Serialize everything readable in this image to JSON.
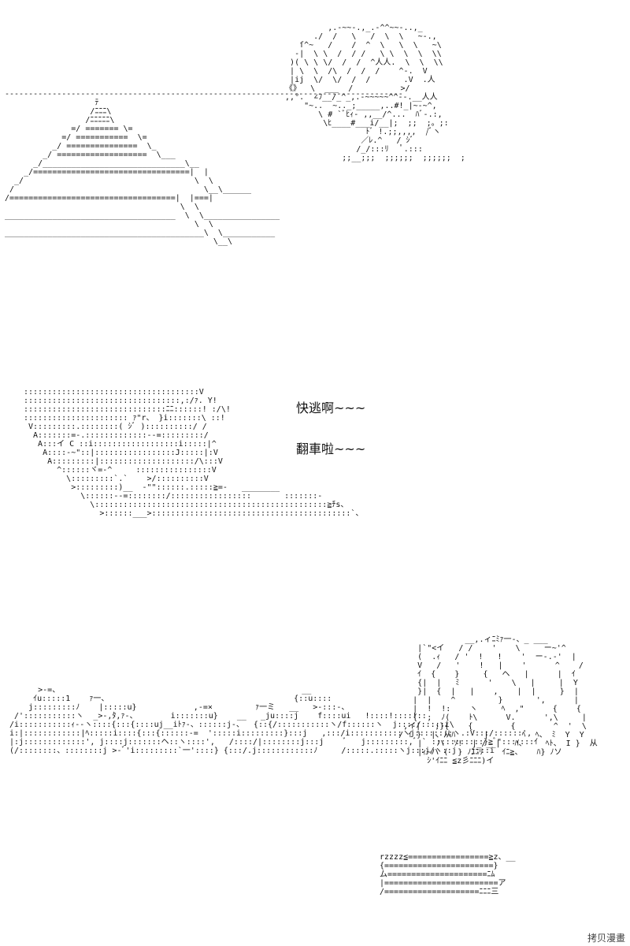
{
  "panels": {
    "top": {
      "pyramid_art": "------------------------------------------------------------------------------------\n                   ﾃ\n                  /ﾆﾆﾆ\\\n                 /ﾆﾆﾆﾆﾆ\\\n              =/ ======= \\=\n            =/ ===========  \\=\n          _/ ===============  \\_\n        _/ ===================  \\___\n      _/______________________________\\__\n    _/=================================|  |\n  _/                                    \\  \\\n /                                        \\__\\______\n/===================================|  |===|\n                                     \\  \\\n____________________________________  \\  \\________________\n                                        \\  \\\n__________________________________________\\  \\___________\n                                            \\__\\",
      "house_art": "           ,.-~~-.,_.-^^~~-..,_\n        ./  /   \\   /  \\  \\   ~-.,\n     ſ^~   /    /  ^  \\   \\  \\   ~\\\n    -|  \\ \\  /  / /   \\ \\  \\  \\  \\\\\n   )( \\ \\ \\/  /  /  ^人人.  \\  \\  \\\\\n   | \\  \\  /\\  /  /  /    ^-.  V\n   |ij  \\/  \\/  /  /       .V  .人\n  《》  \\  ___  /          >/\n  ,,°.  ∠ﾌ__/_^_,.-~~~~~^^--.__人人\n      \"~..  ~.._;_____,..#!_|~-~^,\n         \\ # `ﾞﾋｨ- ,,__/^...  ﾊﾞ-.:,\n          \\ﾋ____#___i/__|;  ;;  ;。;:\n                   ﾄﾞ !.;;,,,,  /ﾞヽ\n                  ／ﾚ.^   / ｼﾞ\n                 /_/:::ﾘ   ﾟ.:::\n              ;;__;;;  ;;;;;;  ;;;;;;  ;"
    },
    "middle": {
      "boat_art": ":::::::::::::::::::::::::::::::::::::V\n:::::::::::::::::::::::::::::::::,:/ｧ. Y!\n::::::::::::::::::::::::::::::ﾆﾆ::::::! :/\\!\n:::::::::::::::::::::: ｧ\"r、 }i:::::::\\ ::!\n V:::::::::.::::::::( ｼﾞ )::::::::::/ /\n  A:::::::=-.:::::::::::::--=:::::::::/\n   A:::イ C ::i::::::::::::::::::i:::::|^\n    A::::-~\"::|:::::::::::::::::J:::::|:V\n     A:::::::::|::::::::::::::::::::/\\:::V\n       ^::::::ヾ=-^     ::::::::::::::::V\n         \\:::::::::`.`    >/::::::::::V\n          >:::::::::)__  -\"\"::::::.:::::≧=-   ________\n            \\::::::--=::::::::/:::::::::::::::::       :::::::-\n              \\:::::::::::::::::::::::::::::::::::::::::::::::::≧ﾁs、\n                >::::::___>::::::::::::::::::::::::::::::::::::::::::`、",
      "dialogue_1": "快逃啊~~~",
      "dialogue_2": "翻車啦~~~"
    },
    "bottom": {
      "crowd_art": "       >-=、                                                   __\n      ｲu:::::1    ｧ一、                                       {::u::::\n     j:::::::::ﾉ    |:::::u}            ,-=×         ｧ一ミ   __   >-:::-、\n  /':::::::::::ヽ  _>-,ﾀ,ｧ-、       i:::::::u}    __   _ju::::j    f::::ui   !::::!::::!::\n /i:::::::::::ｨ--ヽ::::{:::{::::uj__iﾄｧ-、::::::j-、  {::{/:::::::::::ヽ/f::::::ヽ  j::::/:::::i\\\n i:|::::::::::::|ﾍ:::::i::::{:::{::::::-=  ':::::i:::::::::}:::j   ,:::/i:::::::::::ヽj::::::::ヽ.:V:::/::::::',\n |:j:::::::::::::', j::::j:::::::ヘ::ヽ::::',   /::::/|::::::::j:::j    ﾞ   j:::::::::,ﾞ ` :::::::::::}≧ﾞ\":::ｨ:::ｲ\n (/::::::::、::::::::j >-ﾞ'i:::::::::`一'::::} {:::/.j::::::::::::ﾉ     /:::::.:::::ヽj:::j/ヽ::j   j:::i",
      "cat_art": "                   __,.ィﾆﾐｧ一-、_ ___\n         |`\"<イ   / /    '    \\     ー~'^\n         (  .ｨ   / '  !   !    '  ー-.-'  |\n         V   /   '    !   |    '      ^    /\n         ｲ  {    }     {   ヘ   |      |  ｲ\n         {|  |   ﾐ      '    \\   |     |  Y\n         }|  {  |   |    ,    |  |     }  |\n        |  |    ^         }       ',      |\n        |  !  !:    ヽ     ﾍ  ,\"      {    {\n        {  ;  ﾉ(    ﾄ\\      V.      ',\\     |\n      ,イ|   ;}{    {        {        ^  '  \\\n     / ｲ }  |、从ﾊ      |       ﾍ  ﾍ、 ﾐ  Y  Y\n         |   ハ  ｿ!  |_/__|   ﾊ、    ﾍﾄ、 I }  从\n         |ｨ~ハ (  } ﾉﾆﾆﾘ    ｲﾆ≧、   ﾊ} ﾉソ\n           ｼ'ｲﾆﾆ ≦z彡ﾆﾆﾆ)イ",
      "base_art": "rzzzz≦=================≧z、__\n{=======================}\nム=====================ﾆﾑ\n|========================ア\n/====================ﾆﾆﾆ三"
    }
  },
  "watermark": "拷贝漫畫"
}
